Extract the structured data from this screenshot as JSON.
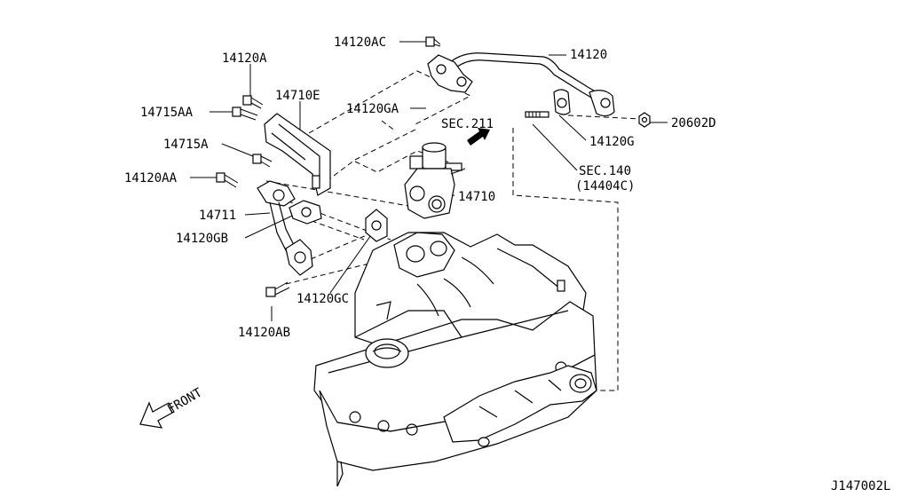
{
  "diagram": {
    "labels": {
      "l_14120AC": "14120AC",
      "l_14120": "14120",
      "l_14120A": "14120A",
      "l_14715AA": "14715AA",
      "l_14710E": "14710E",
      "l_14120GA": "14120GA",
      "l_sec211": "SEC.211",
      "l_20602D": "20602D",
      "l_14120G": "14120G",
      "l_14715A": "14715A",
      "l_sec140": "SEC.140",
      "l_14404C": "(14404C)",
      "l_14120AA": "14120AA",
      "l_14710": "14710",
      "l_14711": "14711",
      "l_14120GB": "14120GB",
      "l_14120GC": "14120GC",
      "l_14120AB": "14120AB",
      "l_front": "FRONT"
    },
    "code": "J147002L"
  }
}
